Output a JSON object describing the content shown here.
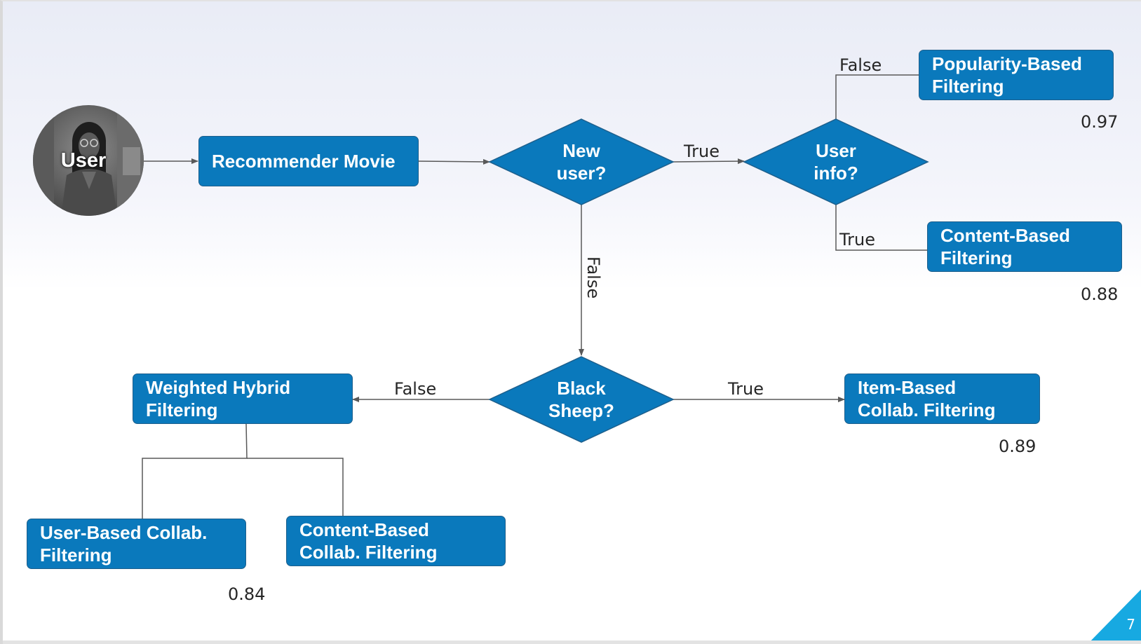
{
  "user": {
    "label": "User"
  },
  "nodes": {
    "recommender": {
      "label": "Recommender Movie"
    },
    "new_user": {
      "line1": "New",
      "line2": "user?"
    },
    "user_info": {
      "line1": "User",
      "line2": "info?"
    },
    "black_sheep": {
      "line1": "Black",
      "line2": "Sheep?"
    },
    "popularity": {
      "line1": "Popularity-Based",
      "line2": "Filtering",
      "score": "0.97"
    },
    "content_based": {
      "line1": "Content-Based",
      "line2": "Filtering",
      "score": "0.88"
    },
    "item_based": {
      "line1": "Item-Based",
      "line2": "Collab. Filtering",
      "score": "0.89"
    },
    "weighted_hybrid": {
      "line1": "Weighted Hybrid",
      "line2": "Filtering"
    },
    "user_based": {
      "line1": "User-Based Collab.",
      "line2": "Filtering",
      "score": "0.84"
    },
    "content_collab": {
      "line1": "Content-Based",
      "line2": "Collab. Filtering"
    }
  },
  "edges": {
    "new_user_true": "True",
    "new_user_false": "False",
    "user_info_false": "False",
    "user_info_true": "True",
    "black_sheep_false": "False",
    "black_sheep_true": "True"
  },
  "page_number": "7",
  "colors": {
    "node_fill": "#0a79bc",
    "node_border": "#1d5f8c",
    "accent_corner": "#17a9e1",
    "connector": "#595959"
  }
}
